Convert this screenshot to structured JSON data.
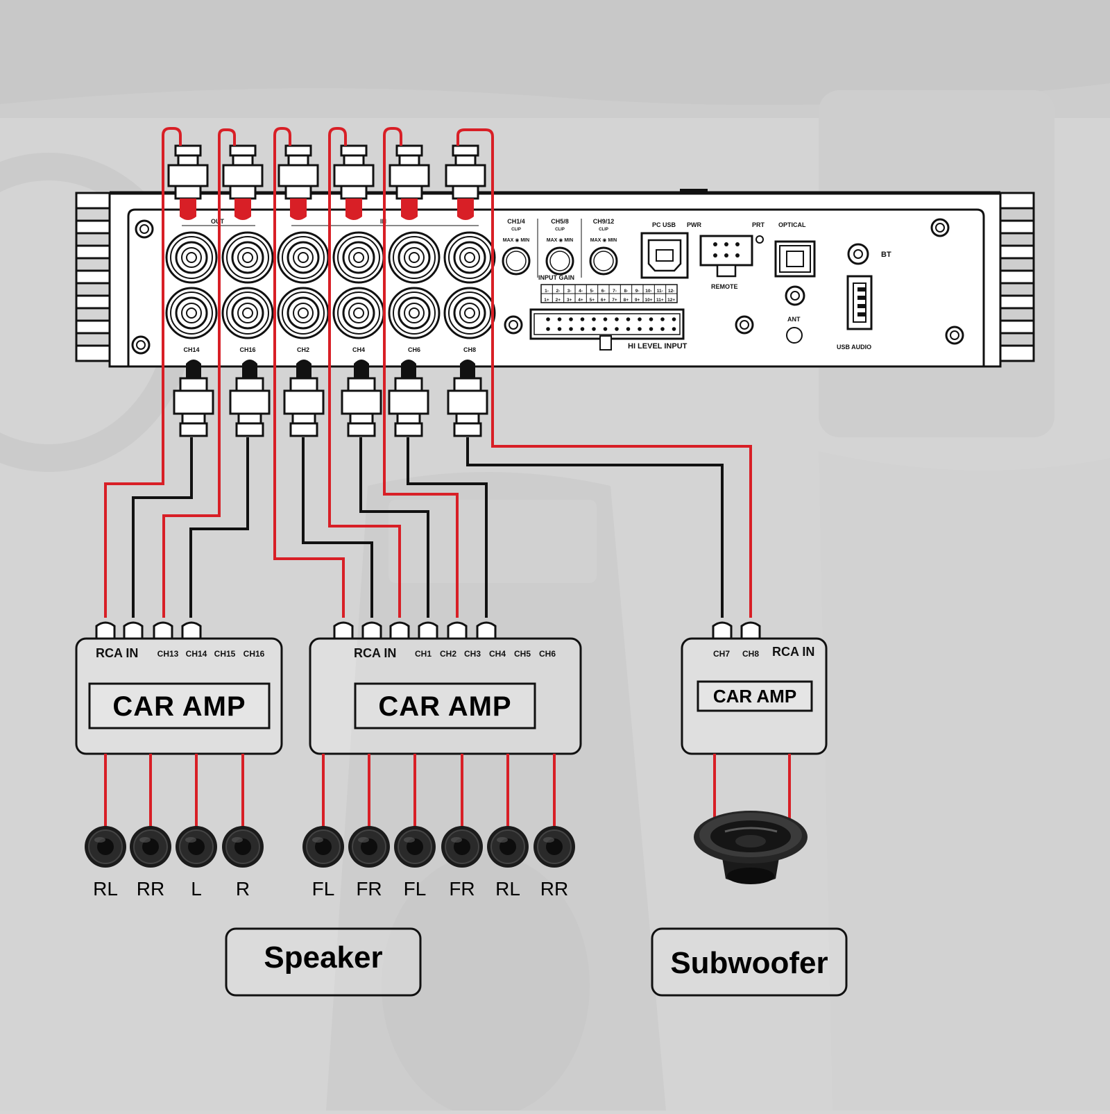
{
  "colors": {
    "signal_out": "#d81f26",
    "signal_in": "#111111",
    "background": "#d6d6d6",
    "panel": "#ffffff"
  },
  "processor": {
    "group_labels": {
      "out": "OUT",
      "in": "IN"
    },
    "rca_top_labels": [
      "",
      "",
      "",
      "",
      "",
      ""
    ],
    "rca_bottom_labels": [
      "CH14",
      "CH16",
      "CH2",
      "CH4",
      "CH6",
      "CH8"
    ],
    "gain_knobs": [
      {
        "label": "CH1/4",
        "clip": "CLIP",
        "scale": "MAX ◉ MIN"
      },
      {
        "label": "CH5/8",
        "clip": "CLIP",
        "scale": "MAX ◉ MIN"
      },
      {
        "label": "CH9/12",
        "clip": "CLIP",
        "scale": "MAX ◉ MIN"
      }
    ],
    "input_gain_label": "INPUT GAIN",
    "pin_labels_top": [
      "1-",
      "2-",
      "3-",
      "4-",
      "5-",
      "6-",
      "7-",
      "8-",
      "9-",
      "10-",
      "11-",
      "12-"
    ],
    "pin_labels_bottom": [
      "1+",
      "2+",
      "3+",
      "4+",
      "5+",
      "6+",
      "7+",
      "8+",
      "9+",
      "10+",
      "11+",
      "12+"
    ],
    "hi_level_input_label": "HI LEVEL INPUT",
    "pc_usb_label": "PC USB",
    "pwr_label": "PWR",
    "prt_label": "PRT",
    "remote_label": "REMOTE",
    "optical_label": "OPTICAL",
    "ant_label": "ANT",
    "bt_label": "BT",
    "usb_audio_label": "USB AUDIO"
  },
  "amps": [
    {
      "rca_in_label": "RCA IN",
      "channel_labels": [
        "CH13",
        "CH14",
        "CH15",
        "CH16"
      ],
      "title": "CAR AMP",
      "speakers": [
        "RL",
        "RR",
        "L",
        "R"
      ]
    },
    {
      "rca_in_label": "RCA IN",
      "channel_labels": [
        "CH1",
        "CH2",
        "CH3",
        "CH4",
        "CH5",
        "CH6"
      ],
      "title": "CAR AMP",
      "speakers": [
        "FL",
        "FR",
        "FL",
        "FR",
        "RL",
        "RR"
      ]
    },
    {
      "rca_in_label": "RCA IN",
      "channel_labels": [
        "CH7",
        "CH8"
      ],
      "title": "CAR AMP"
    }
  ],
  "captions": {
    "speaker": "Speaker",
    "subwoofer": "Subwoofer"
  },
  "icons": {
    "speaker_driver": "speaker-icon",
    "subwoofer_driver": "subwoofer-icon",
    "rca_plug": "rca-plug-icon"
  }
}
